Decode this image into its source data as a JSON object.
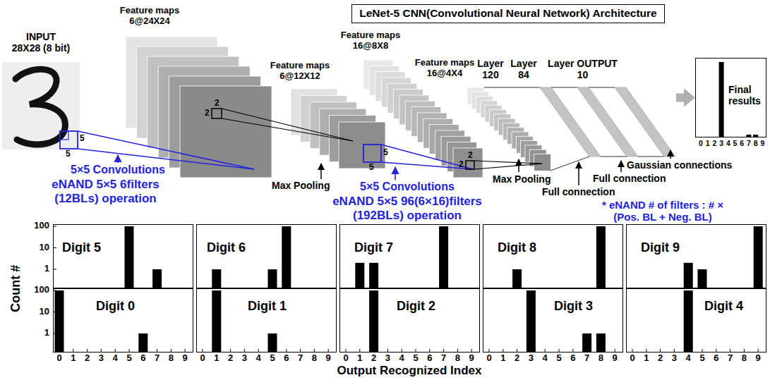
{
  "diagram": {
    "title": "LeNet-5 CNN(Convolutional Neural Network) Architecture",
    "nodes": [
      {
        "text": [
          "INPUT 28X28 (8 bit)"
        ]
      },
      {
        "text": [
          "Feature maps 6@24X24"
        ]
      },
      {
        "text": [
          "Feature maps 6@12X12"
        ]
      },
      {
        "text": [
          "Feature maps 16@8X8"
        ]
      },
      {
        "text": [
          "Feature maps 16@4X4"
        ]
      },
      {
        "text": [
          "Layer 120"
        ]
      },
      {
        "text": [
          "Layer 84"
        ]
      },
      {
        "text": [
          "Layer OUTPUT 10"
        ]
      },
      {
        "text": [
          "Final results"
        ]
      },
      {
        "text": [
          "Digit 5"
        ]
      },
      {
        "text": [
          "Digit 6"
        ]
      },
      {
        "text": [
          "Digit 7"
        ]
      },
      {
        "text": [
          "Digit 8"
        ]
      },
      {
        "text": [
          "Digit 9"
        ]
      },
      {
        "text": [
          "Digit 0"
        ]
      },
      {
        "text": [
          "Digit 1"
        ]
      },
      {
        "text": [
          "Digit 2"
        ]
      },
      {
        "text": [
          "Digit 3"
        ]
      },
      {
        "text": [
          "Digit 4"
        ]
      }
    ],
    "edges": [
      {
        "from": 7,
        "to": 8,
        "arrow": "to"
      }
    ],
    "labels": [
      "5×5 Convolutions",
      "eNAND 5×5 6filters (12BLs) operation",
      "Max Pooling",
      "5×5 Convolutions",
      "eNAND 5×5 96(6×16)filters (192BLs) operation",
      "Max Pooling",
      "Full connection",
      "Full connection",
      "Gaussian connections",
      "* eNAND # of filters : # × (Pos. BL + Neg. BL)",
      "5",
      "5",
      "2",
      "2",
      "5",
      "5",
      "2",
      "2",
      "Count #",
      "Output Recognized Index",
      "100",
      "10",
      "1",
      "100",
      "10",
      "1",
      "0",
      "1",
      "2",
      "3",
      "4",
      "5",
      "6",
      "7",
      "8",
      "9",
      "0",
      "1",
      "2",
      "3",
      "4",
      "5",
      "6",
      "7",
      "8",
      "9",
      "0",
      "1",
      "2",
      "3",
      "4",
      "5",
      "6",
      "7",
      "8",
      "9",
      "0",
      "1",
      "2",
      "3",
      "4",
      "5",
      "6",
      "7",
      "8",
      "9",
      "0",
      "1",
      "2",
      "3",
      "4",
      "5",
      "6",
      "7",
      "8",
      "9",
      "0",
      "1",
      "2",
      "3",
      "4",
      "5",
      "6",
      "7",
      "8",
      "9"
    ]
  }
}
